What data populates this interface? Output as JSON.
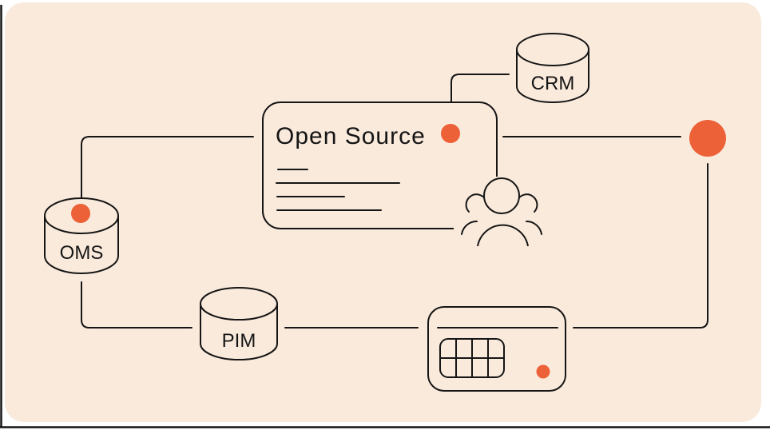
{
  "colors": {
    "page_background": "#ffffff",
    "panel_background": "#faeadc",
    "stroke": "#151515",
    "accent": "#ec6137"
  },
  "diagram": {
    "open_source_card": {
      "title": "Open Source",
      "placeholder_line_count": 4
    },
    "databases": {
      "crm": {
        "label": "CRM"
      },
      "oms": {
        "label": "OMS"
      },
      "pim": {
        "label": "PIM"
      }
    },
    "icons": [
      "crm-database-icon",
      "oms-database-icon",
      "pim-database-icon",
      "people-group-icon",
      "card-with-keypad-icon",
      "accent-connector-dots",
      "large-accent-hub-dot"
    ]
  }
}
